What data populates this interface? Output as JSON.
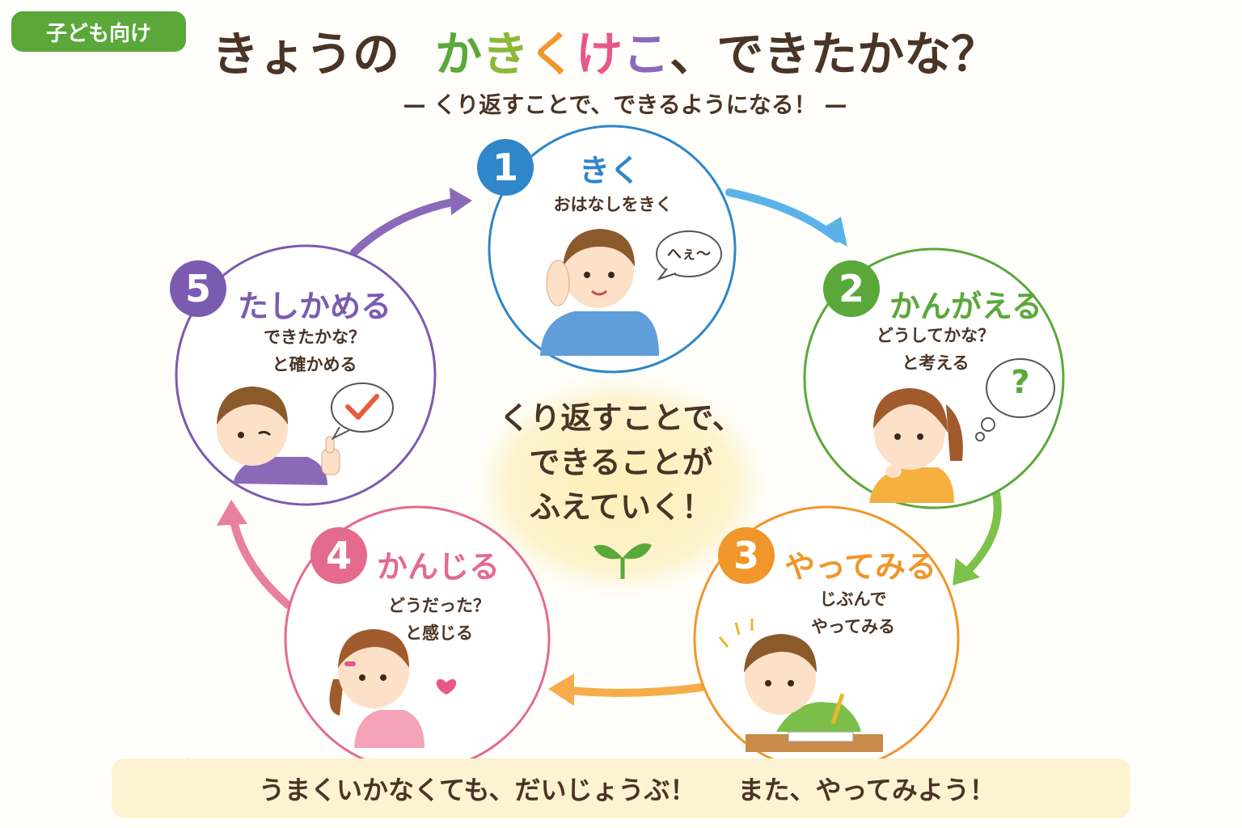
{
  "badge": "子ども向け",
  "title": {
    "prefix": "きょうの",
    "chars": [
      "か",
      "き",
      "く",
      "け",
      "こ"
    ],
    "char_colors": [
      "#5aa83a",
      "#8cb83a",
      "#f0962a",
      "#e8578a",
      "#8a6ab8"
    ],
    "suffix": "、できたかな？"
  },
  "subtitle": "— くり返すことで、できるようになる！ —",
  "steps": [
    {
      "number": "1",
      "title": "きく",
      "desc": [
        "おはなしをきく"
      ],
      "color": "#2f86c8",
      "bubble": "へぇ〜",
      "icon": "ear-listening-icon"
    },
    {
      "number": "2",
      "title": "かんがえる",
      "desc": [
        "どうしてかな？",
        "と考える"
      ],
      "color": "#5aa83a",
      "bubble": "?",
      "icon": "question-thought-icon"
    },
    {
      "number": "3",
      "title": "やってみる",
      "desc": [
        "じぶんで",
        "やってみる"
      ],
      "color": "#f0962a",
      "icon": "pencil-writing-icon"
    },
    {
      "number": "4",
      "title": "かんじる",
      "desc": [
        "どうだった？",
        "と感じる"
      ],
      "color": "#e46a8e",
      "icon": "heart-icon"
    },
    {
      "number": "5",
      "title": "たしかめる",
      "desc": [
        "できたかな？",
        "と確かめる"
      ],
      "color": "#7b5bb0",
      "icon": "check-mark-icon"
    }
  ],
  "center": {
    "lines": [
      "くり返すことで、",
      "できることが",
      "ふえていく！"
    ],
    "icon": "sprout-icon"
  },
  "bottom": {
    "text1": "うまくいかなくても、だいじょうぶ！",
    "text2": "また、やってみよう！",
    "icon": "sun-icon"
  }
}
